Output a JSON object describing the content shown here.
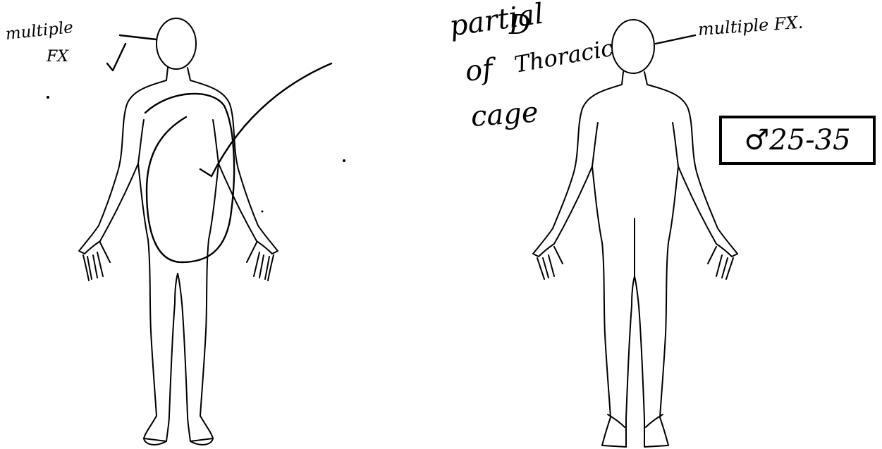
{
  "annotations": {
    "left_head_line1": "multiple",
    "left_head_line2": "FX",
    "thoracic_line1": "partial",
    "thoracic_symbol": "D",
    "thoracic_line2": "of",
    "thoracic_line3": "Thoracic",
    "thoracic_line4": "cage",
    "right_head": "multiple FX.",
    "sex_age": "♂25-35"
  }
}
